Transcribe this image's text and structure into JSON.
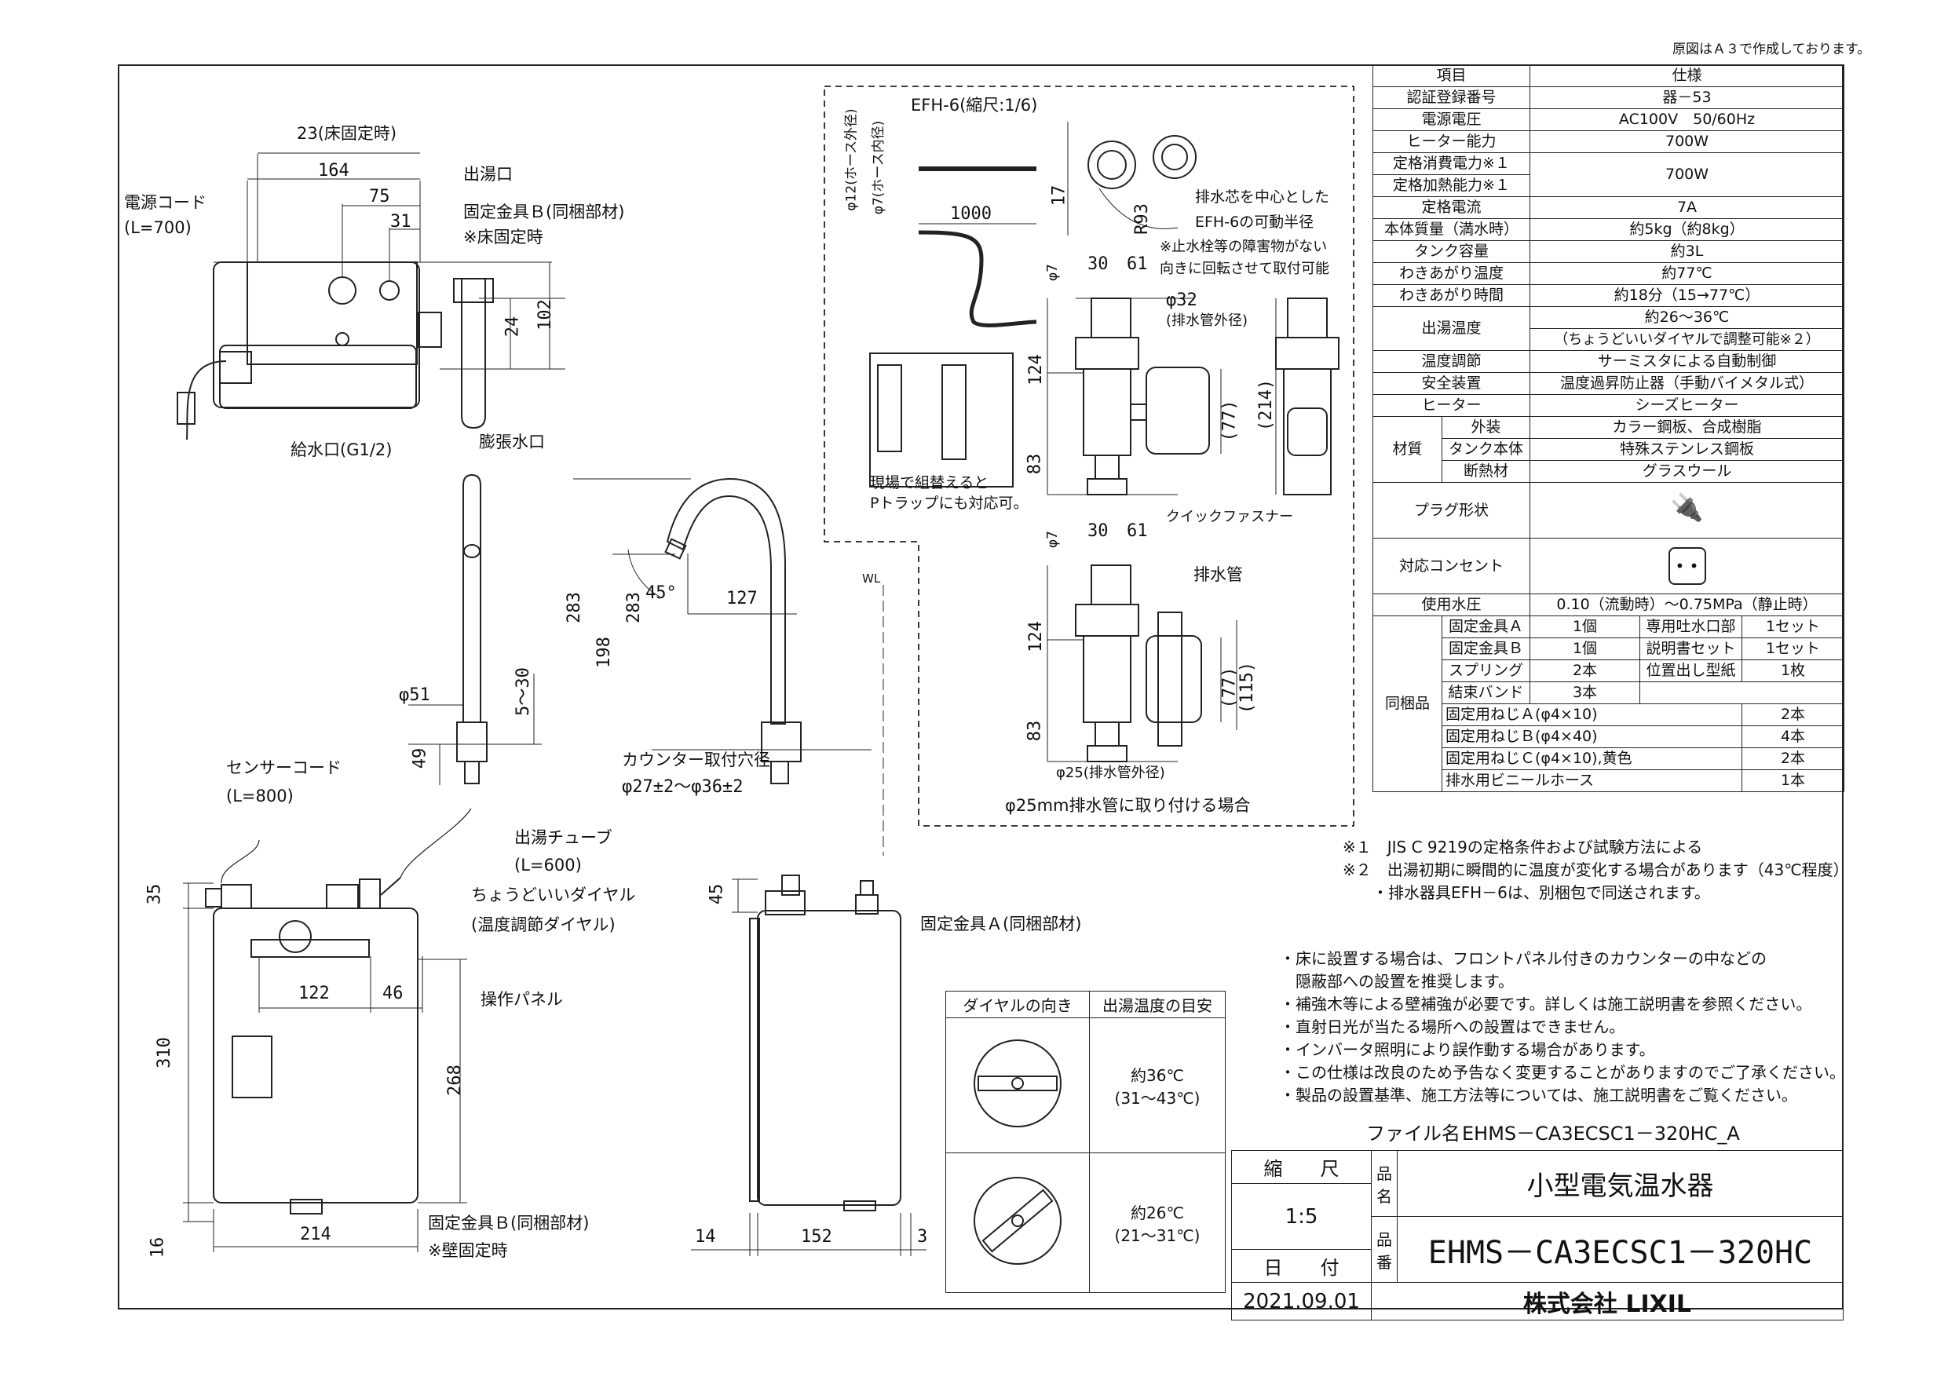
{
  "header": {
    "note": "原図はＡ３で作成しております。"
  },
  "labels": {
    "power_cord": "電源コード",
    "power_cord_len": "(L=700)",
    "outlet": "出湯口",
    "bracket_b_top": "固定金具Ｂ(同梱部材)",
    "floor_fix": "※床固定時",
    "dim_23": "23(床固定時)",
    "supply": "給水口(G1/2)",
    "expansion": "膨張水口",
    "sensor_cord": "センサーコード",
    "sensor_cord_len": "(L=800)",
    "outlet_tube": "出湯チューブ",
    "outlet_tube_len": "(L=600)",
    "dial": "ちょうどいいダイヤル",
    "dial_sub": "(温度調節ダイヤル)",
    "panel": "操作パネル",
    "bracket_b_bottom": "固定金具Ｂ(同梱部材)",
    "wall_fix": "※壁固定時",
    "counter_hole": "カウンター取付穴径",
    "counter_hole_dim": "φ27±2～φ36±2",
    "bracket_a": "固定金具Ａ(同梱部材)",
    "wl": "WL",
    "efh_title": "EFH-6(縮尺:1/6)",
    "hose_outer": "φ12(ホース外径)",
    "hose_inner": "φ7(ホース内径)",
    "efh_radius": "排水芯を中心とした",
    "efh_radius2": "EFH-6の可動半径",
    "efh_note1": "※止水栓等の障害物がない",
    "efh_note2": "向きに回転させて取付可能",
    "drain_outer": "(排水管外径)",
    "quick": "クイックファスナー",
    "drain_pipe": "排水管",
    "drain25": "φ25(排水管外径)",
    "drain25_note": "φ25mm排水管に取り付ける場合",
    "ptrap1": "現場で組替えると",
    "ptrap2": "Pトラップにも対応可。"
  },
  "dims": {
    "d164": "164",
    "d75": "75",
    "d31": "31",
    "d24": "24",
    "d102": "102",
    "d283a": "283",
    "d283b": "283",
    "d198": "198",
    "d45deg": "45°",
    "d127": "127",
    "d51": "φ51",
    "d5_30": "5～30",
    "d49": "49",
    "d35": "35",
    "d45": "45",
    "d310": "310",
    "d268": "268",
    "d122": "122",
    "d46": "46",
    "d214": "214",
    "d16": "16",
    "d14": "14",
    "d152": "152",
    "d3": "3",
    "e1000": "1000",
    "e17": "17",
    "eR93": "R93",
    "e30": "30",
    "e61": "61",
    "e7": "φ7",
    "e32": "φ32",
    "e124": "124",
    "e83": "83",
    "e77": "(77)",
    "e214": "(214)",
    "e30b": "30",
    "e61b": "61",
    "e7b": "φ7",
    "e124b": "124",
    "e83b": "83",
    "e77b": "(77)",
    "e115": "(115)"
  },
  "spec": {
    "head": [
      "項目",
      "仕様"
    ],
    "rows": [
      [
        "認証登録番号",
        "器－53"
      ],
      [
        "電源電圧",
        "AC100V　50/60Hz"
      ],
      [
        "ヒーター能力",
        "700W"
      ],
      [
        "定格消費電力※１",
        "700W"
      ],
      [
        "定格加熱能力※１",
        ""
      ],
      [
        "定格電流",
        "7A"
      ],
      [
        "本体質量（満水時）",
        "約5kg（約8kg）"
      ],
      [
        "タンク容量",
        "約3L"
      ],
      [
        "わきあがり温度",
        "約77℃"
      ],
      [
        "わきあがり時間",
        "約18分（15→77℃）"
      ],
      [
        "出湯温度",
        "約26～36℃"
      ],
      [
        "",
        "（ちょうどいいダイヤルで調整可能※２）"
      ],
      [
        "温度調節",
        "サーミスタによる自動制御"
      ],
      [
        "安全装置",
        "温度過昇防止器（手動バイメタル式）"
      ],
      [
        "ヒーター",
        "シーズヒーター"
      ]
    ],
    "material_label": "材質",
    "materials": [
      [
        "外装",
        "カラー鋼板、合成樹脂"
      ],
      [
        "タンク本体",
        "特殊ステンレス鋼板"
      ],
      [
        "断熱材",
        "グラスウール"
      ]
    ],
    "plug": "プラグ形状",
    "outlet": "対応コンセント",
    "pressure": [
      "使用水圧",
      "0.10（流動時）～0.75MPa（静止時）"
    ],
    "included_label": "同梱品",
    "included": [
      [
        "固定金具Ａ",
        "1個",
        "専用吐水口部",
        "1セット"
      ],
      [
        "固定金具Ｂ",
        "1個",
        "説明書セット",
        "1セット"
      ],
      [
        "スプリング",
        "2本",
        "位置出し型紙",
        "1枚"
      ],
      [
        "結束バンド",
        "3本",
        "",
        ""
      ]
    ],
    "included_wide": [
      [
        "固定用ねじＡ(φ4×10)",
        "2本"
      ],
      [
        "固定用ねじＢ(φ4×40)",
        "4本"
      ],
      [
        "固定用ねじＣ(φ4×10),黄色",
        "2本"
      ],
      [
        "排水用ビニールホース",
        "1本"
      ]
    ]
  },
  "footnotes": [
    "※１　JIS C 9219の定格条件および試験方法による",
    "※２　出湯初期に瞬間的に温度が変化する場合があります（43℃程度）",
    "・排水器具EFH－6は、別梱包で同送されます。"
  ],
  "notes": [
    "・床に設置する場合は、フロントパネル付きのカウンターの中などの",
    "　隠蔽部への設置を推奨します。",
    "・補強木等による壁補強が必要です。詳しくは施工説明書を参照ください。",
    "・直射日光が当たる場所への設置はできません。",
    "・インバータ照明により誤作動する場合があります。",
    "・この仕様は改良のため予告なく変更することがありますのでご了承ください。",
    "・製品の設置基準、施工方法等については、施工説明書をご覧ください。"
  ],
  "dial_table": {
    "head": [
      "ダイヤルの向き",
      "出湯温度の目安"
    ],
    "r1": [
      "約36℃",
      "(31～43℃)"
    ],
    "r2": [
      "約26℃",
      "(21～31℃)"
    ]
  },
  "title_block": {
    "file_label": "ファイル名",
    "file": "EHMS－CA3ECSC1－320HC_A",
    "scale_label": "縮　　尺",
    "scale": "1:5",
    "date_label": "日　　付",
    "date": "2021.09.01",
    "name_label": "品名",
    "name": "小型電気温水器",
    "no_label": "品番",
    "no": "EHMS－CA3ECSC1－320HC",
    "company": "株式会社 LIXIL"
  }
}
